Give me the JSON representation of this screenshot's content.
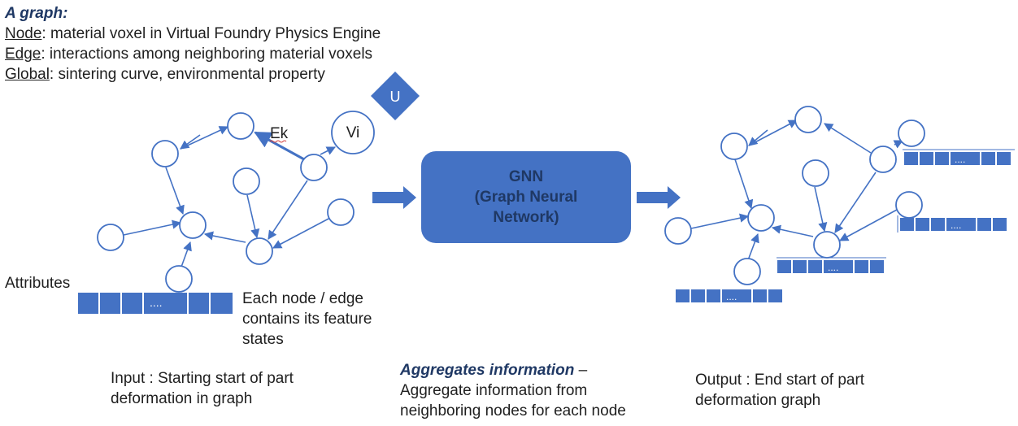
{
  "header": {
    "title": "A graph:",
    "node_term": "Node",
    "node_desc": ": material voxel in Virtual Foundry Physics Engine",
    "edge_term": "Edge",
    "edge_desc": ":  interactions among neighboring material voxels",
    "global_term": "Global",
    "global_desc": ":  sintering curve, environmental property"
  },
  "labels": {
    "global_u": "U",
    "edge_ek": "Ek",
    "node_vi": "Vi",
    "attributes": "Attributes",
    "feature_note": [
      "Each node / edge",
      "contains its feature",
      "states"
    ],
    "dots": "...."
  },
  "gnn": {
    "line1": "GNN",
    "line2": "(Graph Neural",
    "line3": "Network)"
  },
  "captions": {
    "input": [
      "Input : Starting start of part",
      "deformation in graph"
    ],
    "aggregate_title": "Aggregates information",
    "aggregate_dash": " –",
    "aggregate_body": [
      "Aggregate information from",
      "neighboring nodes for each node"
    ],
    "output": [
      "Output : End start of part",
      "deformation graph"
    ]
  },
  "colors": {
    "accent": "#4472c4",
    "navy": "#1f3864",
    "text": "#1f1f1f"
  }
}
